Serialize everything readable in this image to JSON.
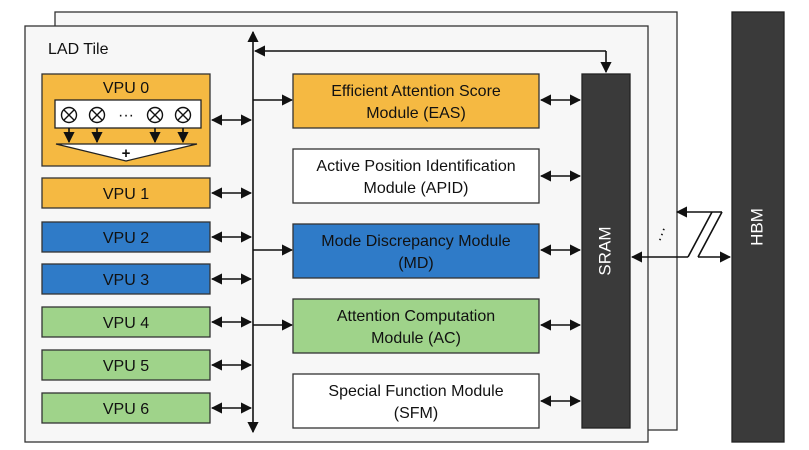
{
  "tile": {
    "title": "LAD Tile"
  },
  "vpu0": {
    "label": "VPU 0",
    "ellipsis": "···",
    "adder_symbol": "+"
  },
  "vpus": [
    {
      "label": "VPU 1",
      "color": "#f5b942"
    },
    {
      "label": "VPU 2",
      "color": "#2f7bc8"
    },
    {
      "label": "VPU 3",
      "color": "#2f7bc8"
    },
    {
      "label": "VPU 4",
      "color": "#9fd38a"
    },
    {
      "label": "VPU 5",
      "color": "#9fd38a"
    },
    {
      "label": "VPU 6",
      "color": "#9fd38a"
    }
  ],
  "modules": [
    {
      "line1": "Efficient Attention Score",
      "line2": "Module (EAS)",
      "color": "#f5b942"
    },
    {
      "line1": "Active Position Identification",
      "line2": "Module (APID)",
      "color": "#ffffff"
    },
    {
      "line1": "Mode Discrepancy Module",
      "line2": "(MD)",
      "color": "#2f7bc8"
    },
    {
      "line1": "Attention Computation",
      "line2": "Module (AC)",
      "color": "#9fd38a"
    },
    {
      "line1": "Special Function Module",
      "line2": "(SFM)",
      "color": "#ffffff"
    }
  ],
  "sram": {
    "label": "SRAM",
    "color": "#3a3a3a"
  },
  "hbm": {
    "label": "HBM",
    "color": "#3a3a3a"
  },
  "link": {
    "ellipsis": "···"
  },
  "colors": {
    "tile_bg": "#f7f7f7",
    "vpu0_color": "#f5b942"
  }
}
